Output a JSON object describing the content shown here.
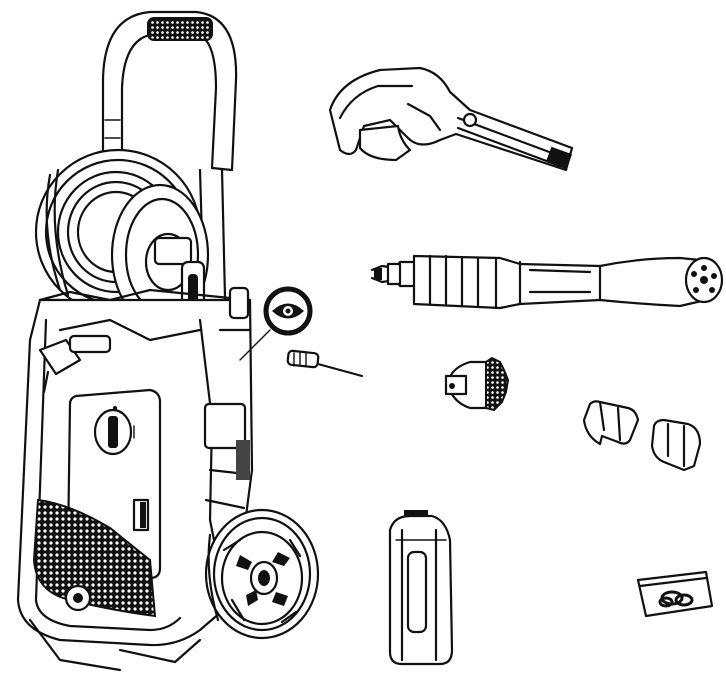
{
  "figure": {
    "parts": [
      {
        "id": "pressure-washer-unit",
        "icon": "pressure-washer-icon"
      },
      {
        "id": "trigger-gun",
        "icon": "spray-gun-icon"
      },
      {
        "id": "spray-lance",
        "icon": "spray-lance-icon"
      },
      {
        "id": "rotary-nozzle",
        "icon": "nozzle-icon"
      },
      {
        "id": "hose-clips",
        "icon": "clip-icon"
      },
      {
        "id": "detergent-bottle",
        "icon": "bottle-icon"
      },
      {
        "id": "o-ring-bag",
        "icon": "bag-icon"
      },
      {
        "id": "nozzle-cleaning-needle",
        "icon": "needle-icon"
      }
    ],
    "callout": {
      "symbol": "eye-icon",
      "meaning": "view detail"
    },
    "colors": {
      "line": "#111111",
      "fill": "#ffffff"
    }
  }
}
